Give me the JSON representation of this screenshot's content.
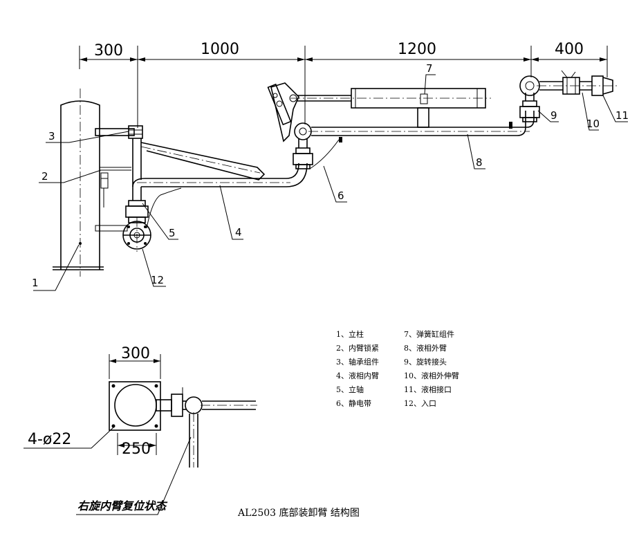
{
  "dimensions": {
    "top": [
      "300",
      "1000",
      "1200",
      "400"
    ],
    "detail_width": "300",
    "detail_inner": "250",
    "detail_holes": "4-ø22"
  },
  "callouts": [
    "1",
    "2",
    "3",
    "4",
    "5",
    "6",
    "7",
    "8",
    "9",
    "10",
    "11",
    "12"
  ],
  "legend": {
    "left": [
      "1、立柱",
      "2、内臂锁紧",
      "3、轴承组件",
      "4、液相内臂",
      "5、立轴",
      "6、静电带"
    ],
    "right": [
      "7、弹簧缸组件",
      "8、液相外臂",
      "9、旋转接头",
      "10、液相外伸臂",
      "11、液相接口",
      "12、入口"
    ]
  },
  "detail_label": "右旋内臂复位状态",
  "caption": "AL2503 底部装卸臂 结构图"
}
